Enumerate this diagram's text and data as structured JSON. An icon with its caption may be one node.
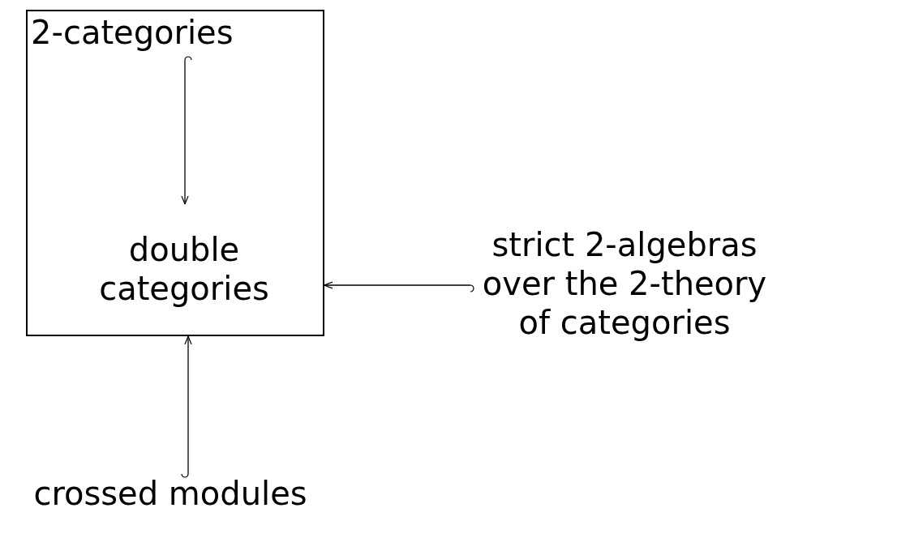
{
  "diagram": {
    "nodes": [
      {
        "text": [],
        "shape": "box"
      },
      {
        "text": [
          "2-categories"
        ],
        "in": 0
      },
      {
        "text": [
          "double categories"
        ],
        "in": 0
      },
      {
        "text": [
          "strict 2-algebras over the 2-theory of categories"
        ]
      },
      {
        "text": [
          "crossed modules"
        ]
      }
    ],
    "edges": [
      {
        "from": 1,
        "to": 2,
        "arrow": "to"
      },
      {
        "from": 3,
        "to": 0,
        "arrow": "to"
      },
      {
        "from": 4,
        "to": 0,
        "arrow": "to"
      }
    ]
  }
}
